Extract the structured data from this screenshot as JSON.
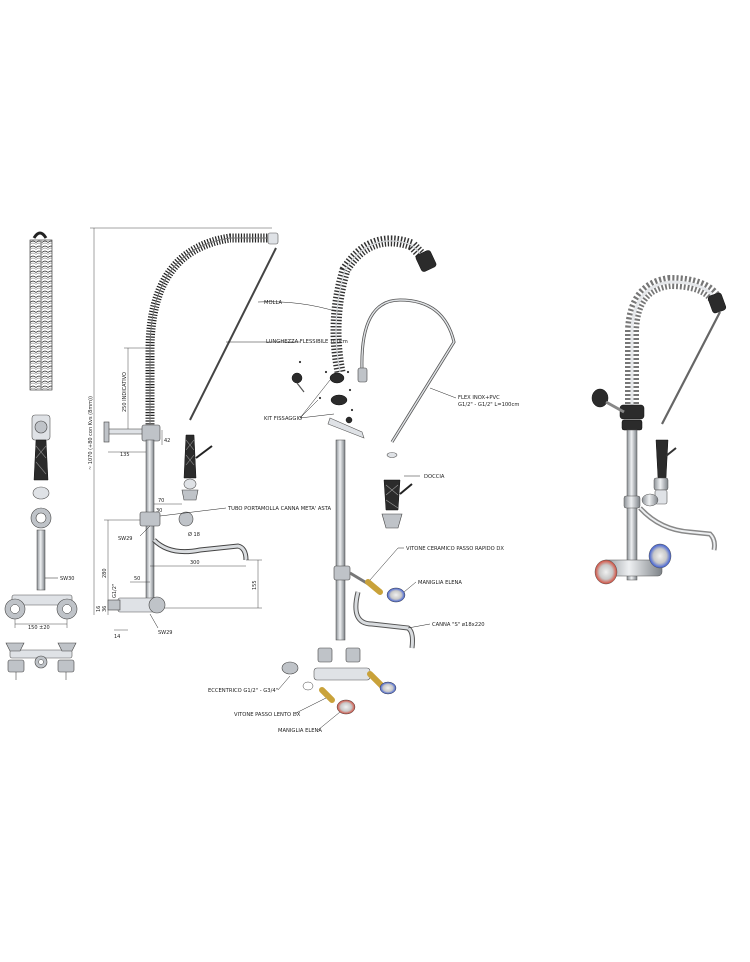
{
  "front_view": {
    "dims": {
      "sw30": "SW30",
      "width": "150 ±20"
    }
  },
  "side_view": {
    "dims": {
      "total_height": "~ 1070 (+80 con Kvs (8mm))",
      "spring_height": "250 INDICATIVO",
      "d_42": "42",
      "d_135": "135",
      "d_70": "70",
      "d_30": "30",
      "d_18": "Ø 18",
      "d_280": "280",
      "d_300": "300",
      "d_155": "155",
      "d_g12": "G1/2\"",
      "d_50": "50",
      "d_16": "16",
      "d_14": "14",
      "d_36": "36"
    },
    "labels": {
      "molla": "MOLLA",
      "lunghezza": "LUNGHEZZA FLESSIBILE 100cm",
      "kit": "KIT FISSAGGIO",
      "tubo": "TUBO PORTAMOLLA CANNA META' ASTA",
      "sw29a": "SW29",
      "sw29b": "SW29"
    }
  },
  "exploded_view": {
    "labels": {
      "flex_1": "FLEX INOX+PVC",
      "flex_2": "G1/2\" - G1/2\" L=100cm",
      "doccia": "DOCCIA",
      "vitone_rapido": "VITONE CERAMICO PASSO RAPIDO DX",
      "maniglia_1": "MANIGLIA ELENA",
      "canna": "CANNA \"S\" ø18x220",
      "eccentrico": "ECCENTRICO G1/2\" - G3/4\"",
      "vitone_lento": "VITONE PASSO LENTO DX",
      "maniglia_2": "MANIGLIA ELENA"
    }
  },
  "render_view": {},
  "colors": {
    "spring": "#9aa0a6",
    "steel": "#c4c8cc",
    "dark_part": "#2b2b2b",
    "hot": "#d44a3a",
    "cold": "#3a5bd4",
    "brass": "#c9a23a"
  },
  "icons": [
    "spring-coil",
    "faucet",
    "spray-gun",
    "handle"
  ]
}
